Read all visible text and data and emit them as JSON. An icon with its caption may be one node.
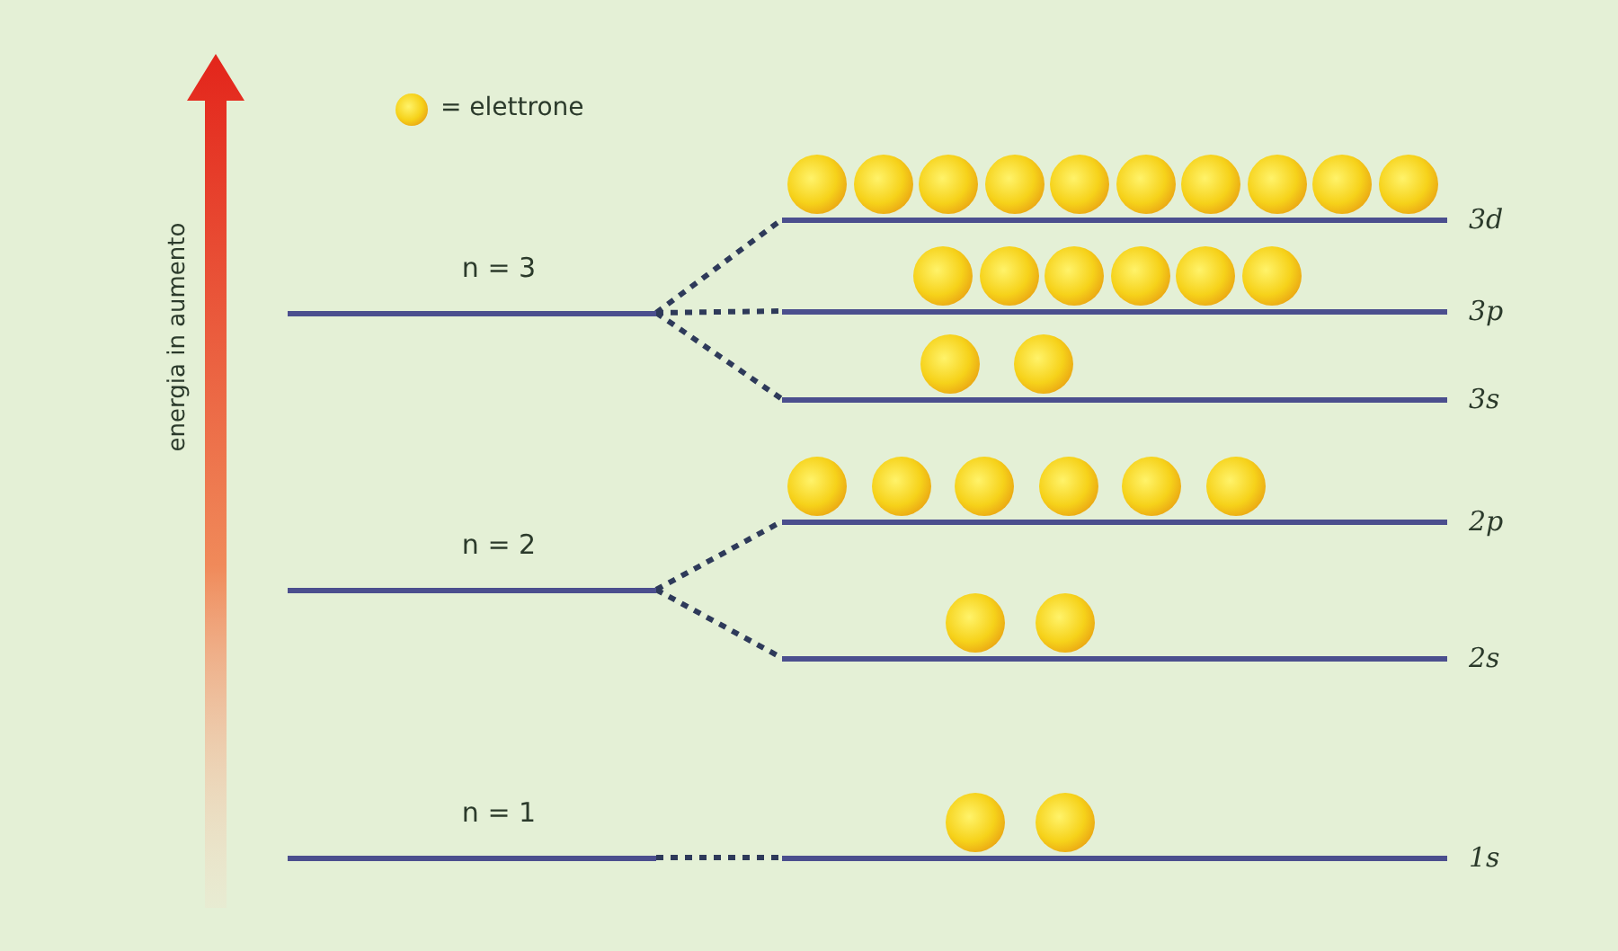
{
  "diagram": {
    "nodes": [
      {
        "text": [
          "n = 3"
        ]
      },
      {
        "text": [
          "3d"
        ]
      },
      {
        "text": [
          "3p"
        ]
      },
      {
        "text": [
          "3s"
        ]
      },
      {
        "text": [
          "n = 2"
        ]
      },
      {
        "text": [
          "2p"
        ]
      },
      {
        "text": [
          "2s"
        ]
      },
      {
        "text": [
          "n = 1"
        ]
      },
      {
        "text": [
          "1s"
        ]
      }
    ],
    "edges": [
      {
        "from": 0,
        "to": 1,
        "arrow": "none",
        "style": "dashed"
      },
      {
        "from": 0,
        "to": 2,
        "arrow": "none",
        "style": "dashed"
      },
      {
        "from": 0,
        "to": 3,
        "arrow": "none",
        "style": "dashed"
      },
      {
        "from": 4,
        "to": 5,
        "arrow": "none",
        "style": "dashed"
      },
      {
        "from": 4,
        "to": 6,
        "arrow": "none",
        "style": "dashed"
      },
      {
        "from": 7,
        "to": 8,
        "arrow": "none",
        "style": "dashed"
      }
    ],
    "labels": [
      "energia in aumento"
    ],
    "legend": [
      {
        "text": "= elettrone"
      }
    ]
  }
}
